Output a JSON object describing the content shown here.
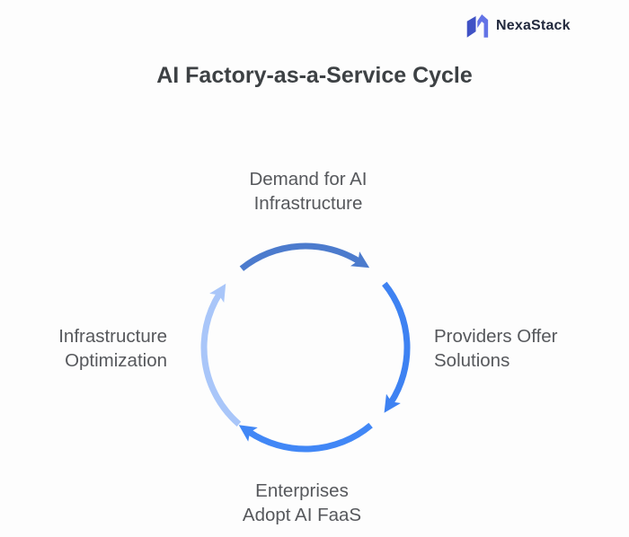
{
  "background_color": "#fdfdfd",
  "logo": {
    "name": "NexaStack",
    "text_color": "#232a3e",
    "icon": "nexastack-mark",
    "icon_left_color": "#4052c5",
    "icon_right_color": "#6373e6"
  },
  "title": {
    "text": "AI Factory-as-a-Service Cycle",
    "color": "#3d4144"
  },
  "chart_data": {
    "type": "cycle-diagram",
    "title": "AI Factory-as-a-Service Cycle",
    "direction": "clockwise",
    "label_color": "#56585c",
    "steps": [
      {
        "label": "Demand for AI\nInfrastructure",
        "position": "top",
        "arrow_color": "#4c7bcd"
      },
      {
        "label": "Providers Offer\nSolutions",
        "position": "right",
        "arrow_color": "#3e82f2"
      },
      {
        "label": "Enterprises\nAdopt AI FaaS",
        "position": "bottom",
        "arrow_color": "#4187f6"
      },
      {
        "label": "Infrastructure\nOptimization",
        "position": "left",
        "arrow_color": "#a9c6f9"
      }
    ]
  }
}
